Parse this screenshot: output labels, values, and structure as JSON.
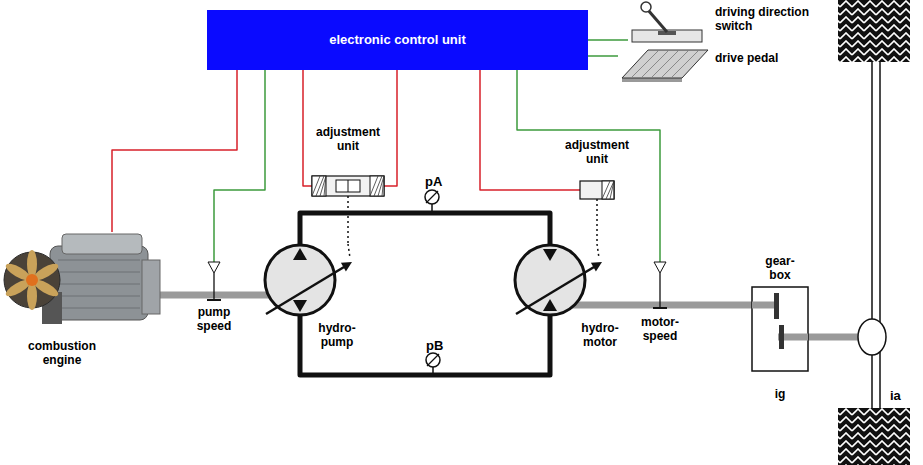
{
  "diagram": {
    "nodes": [
      {
        "text": [
          "electronic control unit"
        ]
      },
      {
        "text": [
          "driving direction switch"
        ]
      },
      {
        "text": [
          "drive pedal"
        ]
      },
      {
        "text": [
          "adjustment unit"
        ]
      },
      {
        "text": [
          "adjustment unit"
        ]
      },
      {
        "text": [
          "combustion engine"
        ]
      },
      {
        "text": [
          "pump speed"
        ]
      },
      {
        "text": [
          "hydro- pump"
        ]
      },
      {
        "text": [
          "hydro- motor"
        ]
      },
      {
        "text": [
          "motor- speed"
        ]
      },
      {
        "text": [
          "gear- box",
          "ig"
        ]
      }
    ],
    "edges": [
      {
        "from": 0,
        "to": 1,
        "arrow": "none"
      },
      {
        "from": 0,
        "to": 2,
        "arrow": "none"
      },
      {
        "from": 0,
        "to": 3,
        "arrow": "none"
      },
      {
        "from": 0,
        "to": 3,
        "arrow": "none"
      },
      {
        "from": 0,
        "to": 4,
        "arrow": "none"
      },
      {
        "from": 0,
        "to": 5,
        "arrow": "none"
      },
      {
        "from": 0,
        "to": 6,
        "arrow": "none"
      },
      {
        "from": 0,
        "to": 9,
        "arrow": "none"
      },
      {
        "from": 5,
        "to": 7,
        "arrow": "none"
      },
      {
        "from": 3,
        "to": 7,
        "arrow": "none"
      },
      {
        "from": 4,
        "to": 8,
        "arrow": "none"
      },
      {
        "from": 7,
        "to": 8,
        "arrow": "none"
      },
      {
        "from": 7,
        "to": 8,
        "arrow": "none"
      },
      {
        "from": 8,
        "to": 10,
        "arrow": "none"
      }
    ],
    "labels": [
      "pA",
      "pB",
      "ia"
    ]
  }
}
